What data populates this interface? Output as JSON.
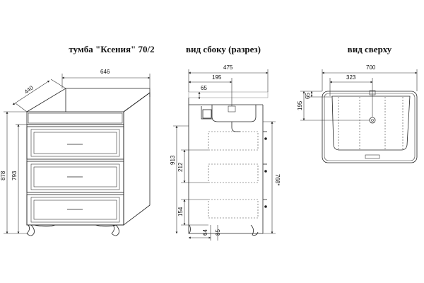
{
  "titles": {
    "front": "тумба \"Ксения\" 70/2",
    "side": "вид сбоку (разрез)",
    "top": "вид сверху"
  },
  "front_view": {
    "depth": "440",
    "width": "646",
    "height_total": "878",
    "height_body": "793"
  },
  "side_view": {
    "depth": "475",
    "offset_195": "195",
    "offset_65": "65",
    "height_913": "913",
    "drawer_212": "212",
    "drawer_154": "154",
    "leg_64": "64",
    "leg_85": "85",
    "height_768": "768*"
  },
  "top_view": {
    "width": "700",
    "center": "323",
    "depth_195": "195",
    "offset_65": "65"
  }
}
